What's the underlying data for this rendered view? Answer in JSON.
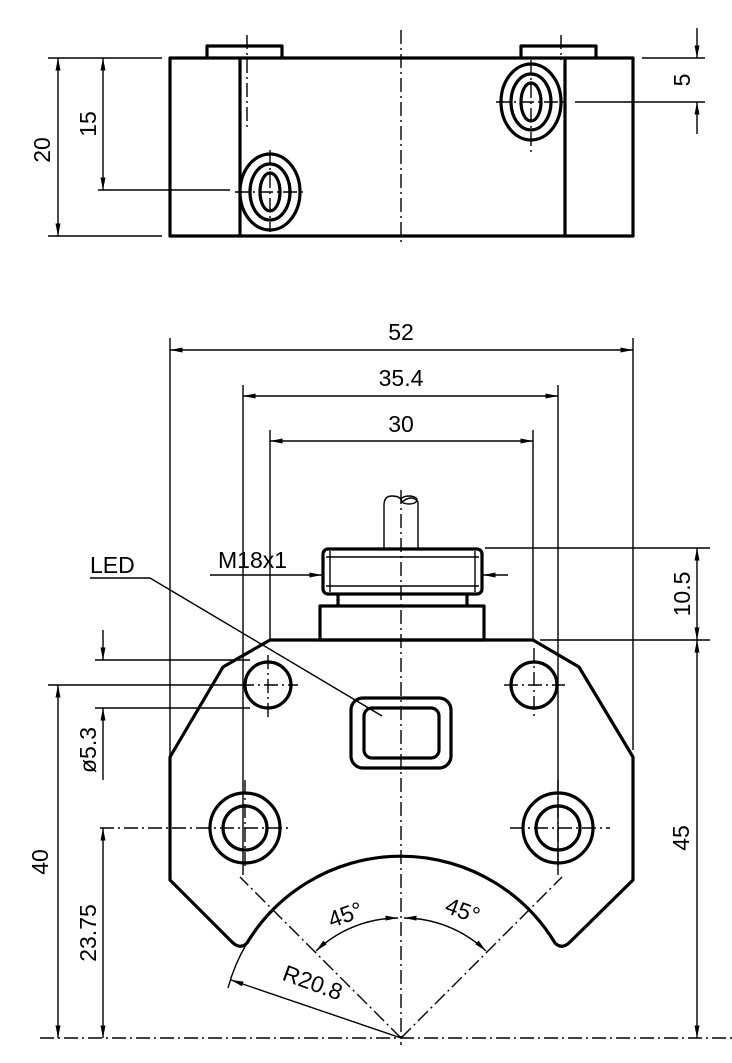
{
  "dimensions": {
    "top_height": "20",
    "top_hole_offset": "15",
    "top_tab_offset": "5",
    "overall_width": "52",
    "hole_spacing_outer": "35.4",
    "hole_spacing_inner": "30",
    "thread": "M18x1",
    "connector_height": "10.5",
    "body_height": "45",
    "hole_height": "40",
    "lower_hole_height": "23.75",
    "hole_diameter": "ø5.3",
    "radius": "R20.8",
    "angle_left": "45°",
    "angle_right": "45°"
  },
  "labels": {
    "led": "LED"
  }
}
